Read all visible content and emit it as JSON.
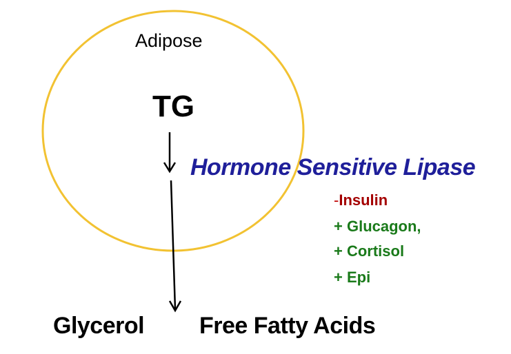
{
  "compartment": {
    "label": "Adipose"
  },
  "substrate": "TG",
  "enzyme": {
    "label": "Hormone Sensitive Lipase",
    "color": "#1f1f9a"
  },
  "regulators": [
    {
      "sign": "-",
      "name": "Insulin",
      "sign_color": "#c00000",
      "color": "#a40000"
    },
    {
      "sign": "+",
      "name": " Glucagon,",
      "sign_color": "#1a7a1a",
      "color": "#1a7a1a"
    },
    {
      "sign": "+",
      "name": " Cortisol",
      "sign_color": "#1a7a1a",
      "color": "#1a7a1a"
    },
    {
      "sign": "+",
      "name": " Epi",
      "sign_color": "#1a7a1a",
      "color": "#1a7a1a"
    }
  ],
  "products": [
    "Glycerol",
    "Free Fatty Acids"
  ],
  "colors": {
    "circle": "#f2c232",
    "arrow": "#000000"
  }
}
